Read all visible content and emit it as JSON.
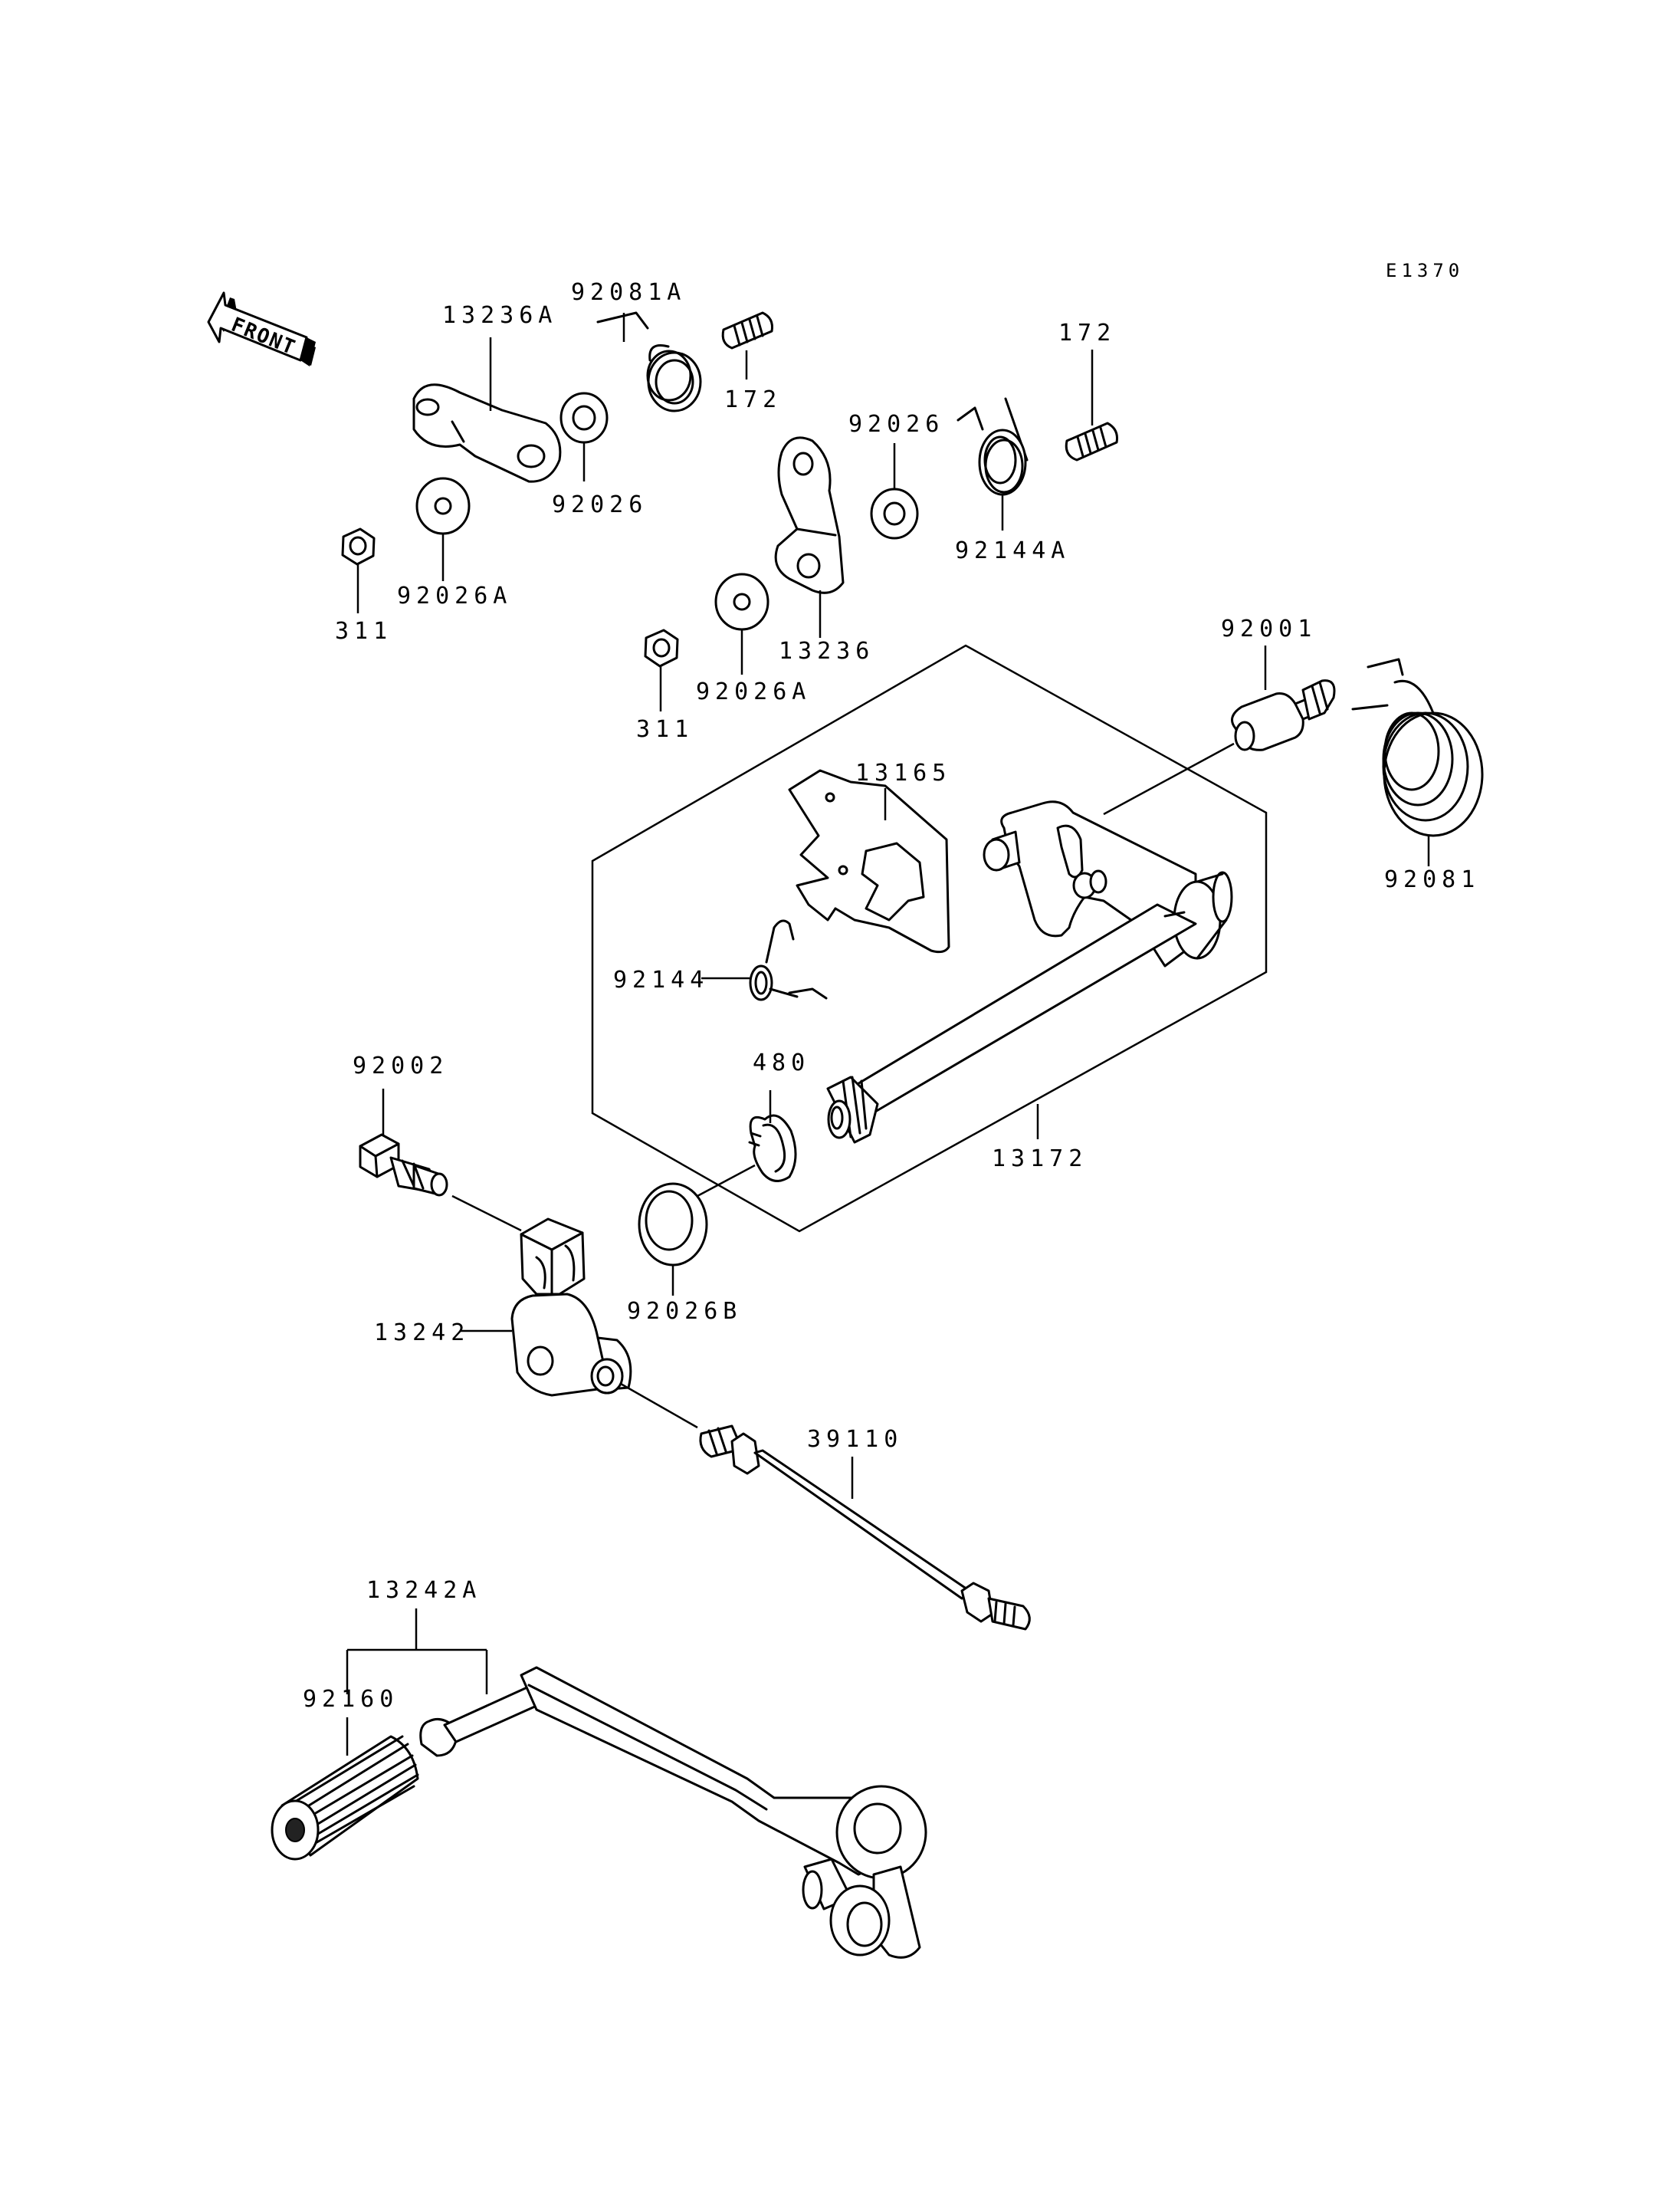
{
  "diagram": {
    "code": "E1370",
    "front_label": "FRONT",
    "labels": {
      "l_92081A": "92081A",
      "l_172_a": "172",
      "l_172_b": "172",
      "l_13236A": "13236A",
      "l_92026_a": "92026",
      "l_92026_b": "92026",
      "l_92144A": "92144A",
      "l_92026A_a": "92026A",
      "l_92026A_b": "92026A",
      "l_311_a": "311",
      "l_311_b": "311",
      "l_13236": "13236",
      "l_92001": "92001",
      "l_92081": "92081",
      "l_13165": "13165",
      "l_92144": "92144",
      "l_480": "480",
      "l_13172": "13172",
      "l_92002": "92002",
      "l_92026B": "92026B",
      "l_13242": "13242",
      "l_39110": "39110",
      "l_13242A": "13242A",
      "l_92160": "92160"
    }
  }
}
